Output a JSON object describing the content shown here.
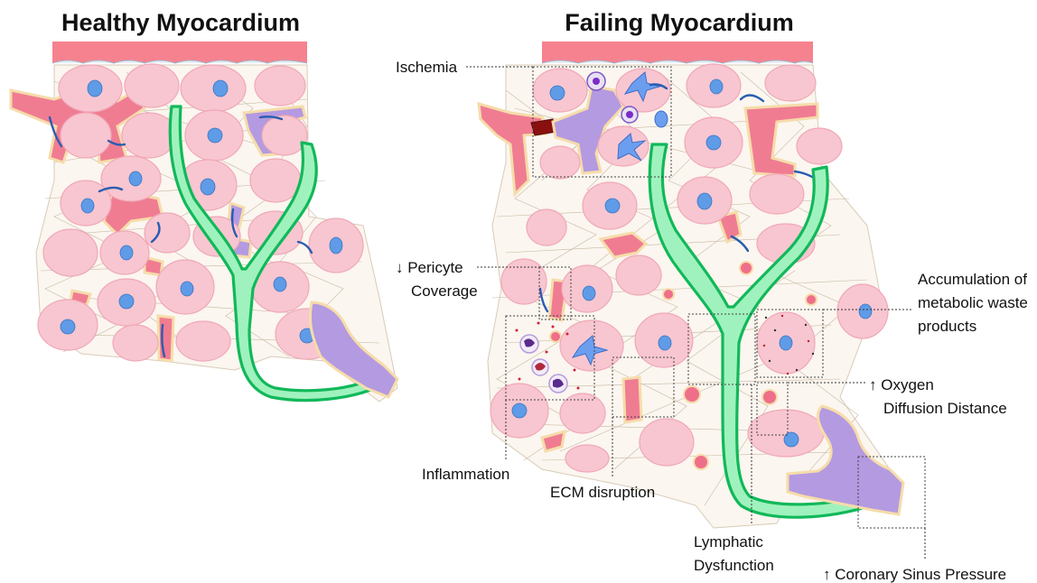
{
  "titles": {
    "healthy": "Healthy Myocardium",
    "failing": "Failing Myocardium"
  },
  "labels": {
    "ischemia": "Ischemia",
    "pericyte_line1": "↓ Pericyte",
    "pericyte_line2": "Coverage",
    "accumulation_line1": "Accumulation of",
    "accumulation_line2": "metabolic waste",
    "accumulation_line3": "products",
    "oxygen_line1": "↑ Oxygen",
    "oxygen_line2": "Diffusion Distance",
    "inflammation": "Inflammation",
    "ecm": "ECM disruption",
    "lymphatic_line1": "Lymphatic",
    "lymphatic_line2": "Dysfunction",
    "coronary": "↑ Coronary Sinus Pressure"
  },
  "colors": {
    "cardiomyocyte": "#f8c6d0",
    "nucleus": "#5f9be6",
    "capillary": "#f07c92",
    "venule": "#b49ae0",
    "lymphatic": "#9ff2bd",
    "lymphatic_wall": "#11b85a",
    "pericyte": "#2a5db0",
    "epicardium": "#f6828f"
  }
}
